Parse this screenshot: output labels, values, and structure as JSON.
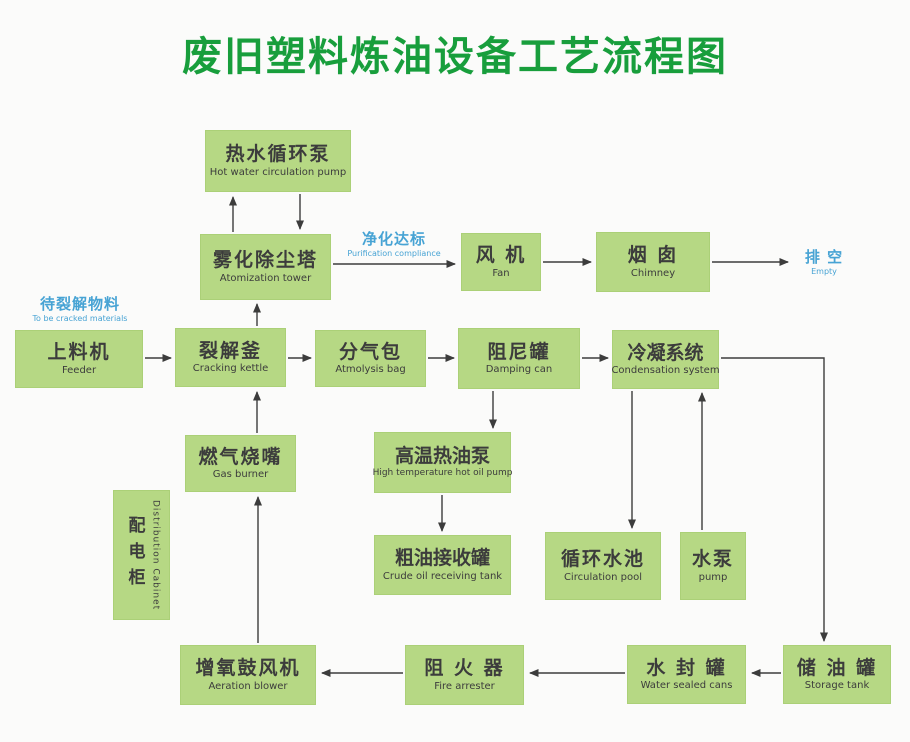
{
  "title": "废旧塑料炼油设备工艺流程图",
  "colors": {
    "bg": "#fbfbfa",
    "box_fill": "#b6d884",
    "box_border": "#abd077",
    "title_green": "#189e3c",
    "label_blue": "#47a3d4",
    "arrow": "#3c3c3c",
    "text_dark": "#3c3c3c"
  },
  "nodes": {
    "hot_water_pump": {
      "zh": "热水循环泵",
      "en": "Hot water circulation pump"
    },
    "atomization_tower": {
      "zh": "雾化除尘塔",
      "en": "Atomization tower"
    },
    "fan": {
      "zh": "风 机",
      "en": "Fan"
    },
    "chimney": {
      "zh": "烟 囱",
      "en": "Chimney"
    },
    "feeder": {
      "zh": "上料机",
      "en": "Feeder"
    },
    "cracking_kettle": {
      "zh": "裂解釜",
      "en": "Cracking kettle"
    },
    "atmolysis_bag": {
      "zh": "分气包",
      "en": "Atmolysis bag"
    },
    "damping_can": {
      "zh": "阻尼罐",
      "en": "Damping can"
    },
    "condensation_system": {
      "zh": "冷凝系统",
      "en": "Condensation system"
    },
    "gas_burner": {
      "zh": "燃气烧嘴",
      "en": "Gas burner"
    },
    "hot_oil_pump": {
      "zh": "高温热油泵",
      "en": "High temperature hot oil pump"
    },
    "distribution_cabinet": {
      "zh": "配电柜",
      "en": "Distribution Cabinet"
    },
    "crude_oil_tank": {
      "zh": "粗油接收罐",
      "en": "Crude oil receiving tank"
    },
    "circulation_pool": {
      "zh": "循环水池",
      "en": "Circulation pool"
    },
    "water_pump": {
      "zh": "水泵",
      "en": "pump"
    },
    "aeration_blower": {
      "zh": "增氧鼓风机",
      "en": "Aeration blower"
    },
    "fire_arrester": {
      "zh": "阻 火 器",
      "en": "Fire arrester"
    },
    "water_sealed_can": {
      "zh": "水 封 罐",
      "en": "Water sealed cans"
    },
    "storage_tank": {
      "zh": "储 油 罐",
      "en": "Storage tank"
    }
  },
  "labels": {
    "purification": {
      "zh": "净化达标",
      "en": "Purification compliance"
    },
    "to_be_cracked": {
      "zh": "待裂解物料",
      "en": "To be cracked materials"
    },
    "empty": {
      "zh": "排 空",
      "en": "Empty"
    }
  }
}
